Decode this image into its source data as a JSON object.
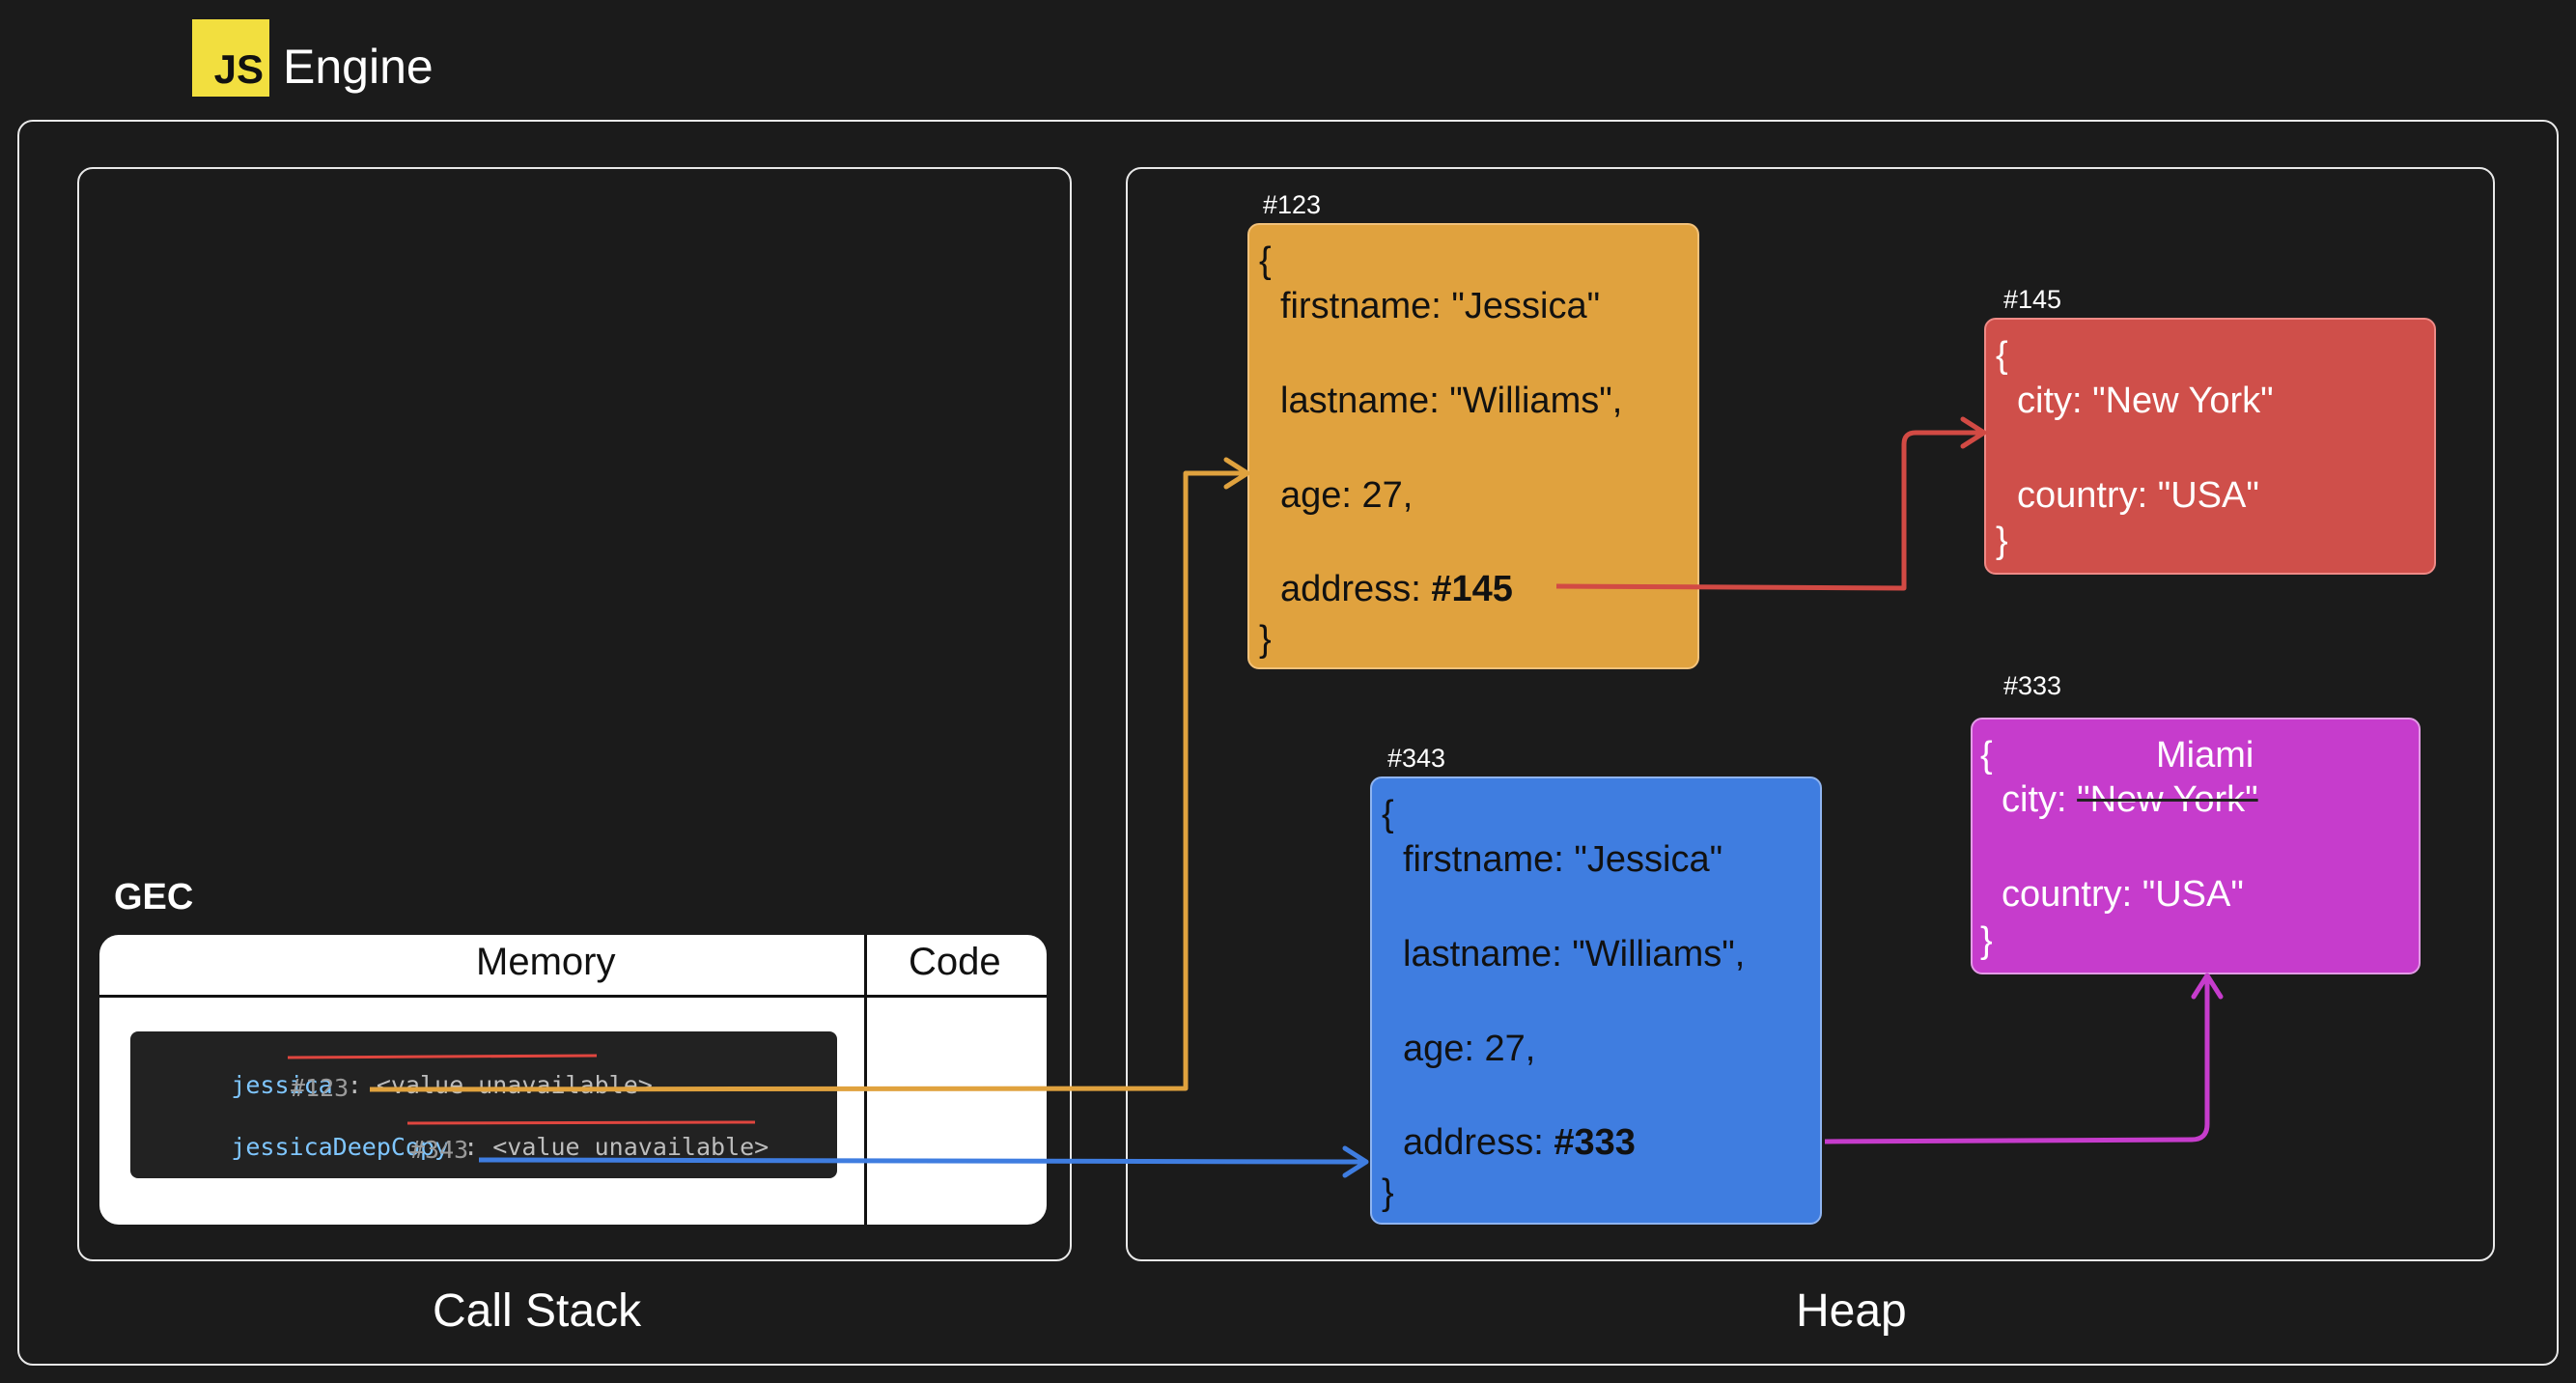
{
  "header": {
    "logo_text": "JS",
    "title": "Engine"
  },
  "call_stack": {
    "label": "Call Stack",
    "gec": {
      "label": "GEC",
      "memory_header": "Memory",
      "code_header": "Code",
      "entries": [
        {
          "name": "jessica",
          "separator": " : ",
          "value": "<value unavailable>",
          "address": "#123"
        },
        {
          "name": "jessicaDeepCopy",
          "separator": " : ",
          "value": "<value unavailable>",
          "address": "#343"
        }
      ]
    }
  },
  "heap": {
    "label": "Heap",
    "objects": [
      {
        "address": "#123",
        "color": "#e0a23e",
        "open": "{",
        "close": "}",
        "lines": [
          "firstname: \"Jessica\"",
          "lastname: \"Williams\",",
          "age: 27,"
        ],
        "address_key": "address: ",
        "address_value": "#145"
      },
      {
        "address": "#145",
        "color": "#cf4f4a",
        "open": "{",
        "close": "}",
        "lines": [
          "city: \"New York\"",
          "country: \"USA\""
        ]
      },
      {
        "address": "#343",
        "color": "#3f7de0",
        "open": "{",
        "close": "}",
        "lines": [
          "firstname: \"Jessica\"",
          "lastname: \"Williams\",",
          "age: 27,"
        ],
        "address_key": "address: ",
        "address_value": "#333"
      },
      {
        "address": "#333",
        "color": "#c63ccc",
        "open": "{",
        "close": "}",
        "new_value": "Miami",
        "city_key": "city: ",
        "old_value": "\"New York\"",
        "country": "country: \"USA\""
      }
    ]
  },
  "colors": {
    "background": "#1b1b1b",
    "arrow_orange": "#e0a23e",
    "arrow_red": "#d24a44",
    "arrow_blue": "#3f7de0",
    "arrow_purple": "#c63ccc",
    "strike_red": "#e0463f"
  }
}
